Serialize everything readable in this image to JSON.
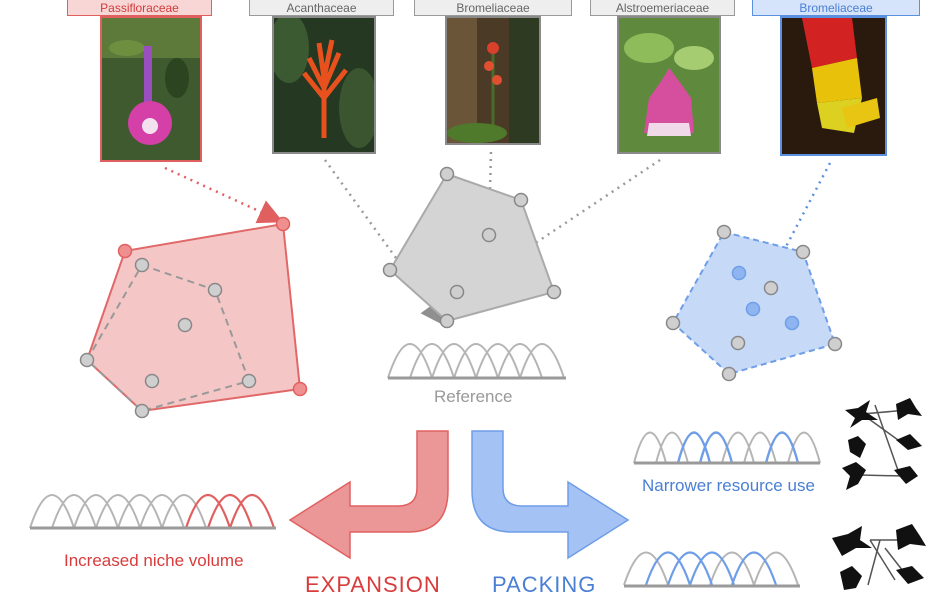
{
  "families": [
    {
      "name": "Passifloraceae",
      "color": "#e06060"
    },
    {
      "name": "Acanthaceae",
      "color": "#888888"
    },
    {
      "name": "Bromeliaceae",
      "color": "#888888"
    },
    {
      "name": "Alstroemeriaceae",
      "color": "#888888"
    },
    {
      "name": "Bromeliaceae",
      "color": "#5b8fe0"
    }
  ],
  "labels": {
    "reference": "Reference",
    "increased_niche_volume": "Increased niche volume",
    "narrower_resource_use": "Narrower resource use",
    "expansion": "EXPANSION",
    "packing": "PACKING"
  },
  "colors": {
    "red": "#e06060",
    "red_fill": "#f4c4c4",
    "grey": "#aaaaaa",
    "grey_fill": "#d4d4d4",
    "blue": "#6f9ee8",
    "blue_fill": "#c6d9f7"
  }
}
